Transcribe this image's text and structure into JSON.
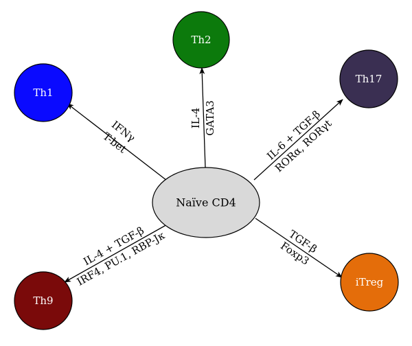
{
  "center": {
    "label": "Naïve CD4",
    "color": "#d9d9d9"
  },
  "nodes": {
    "th1": {
      "label": "Th1",
      "color": "#0a0aff"
    },
    "th2": {
      "label": "Th2",
      "color": "#0c7a0c"
    },
    "th17": {
      "label": "Th17",
      "color": "#3a2f52"
    },
    "th9": {
      "label": "Th9",
      "color": "#7a0a0a"
    },
    "itreg": {
      "label": "iTreg",
      "color": "#e46d0a"
    }
  },
  "edges": {
    "th1": {
      "line1": "IFNγ",
      "line2": "T-bet"
    },
    "th2": {
      "line1": "IL-4",
      "line2": "GATA3"
    },
    "th17": {
      "line1": "IL-6 + TGF-β",
      "line2": "RORα, RORγt"
    },
    "th9": {
      "line1": "IL-4 + TGF-β",
      "line2": "IRF4, PU.1, RBP-Jκ"
    },
    "itreg": {
      "line1": "TGF-β",
      "line2": "Foxp3"
    }
  }
}
